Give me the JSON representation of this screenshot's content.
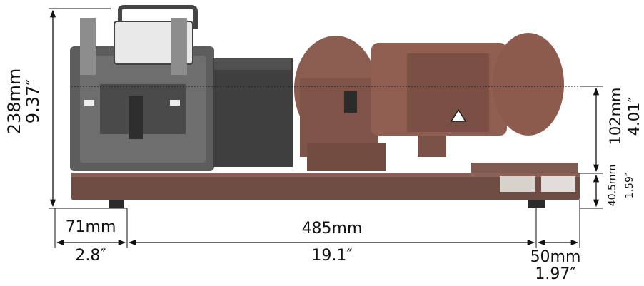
{
  "dimensions": {
    "height_total": {
      "mm": "238mm",
      "in": "9.37″"
    },
    "shaft_height": {
      "mm": "102mm",
      "in": "4.01″"
    },
    "foot_height": {
      "mm": "40.5mm",
      "in": "1.59″"
    },
    "front_offset": {
      "mm": "71mm",
      "in": "2.8″"
    },
    "foot_span": {
      "mm": "485mm",
      "in": "19.1″"
    },
    "rear_offset": {
      "mm": "50mm",
      "in": "1.97″"
    }
  },
  "colors": {
    "line": "#111111",
    "pump_body": "#6a6a6a",
    "motor": "#8a5a4c",
    "base": "#7a5248"
  }
}
